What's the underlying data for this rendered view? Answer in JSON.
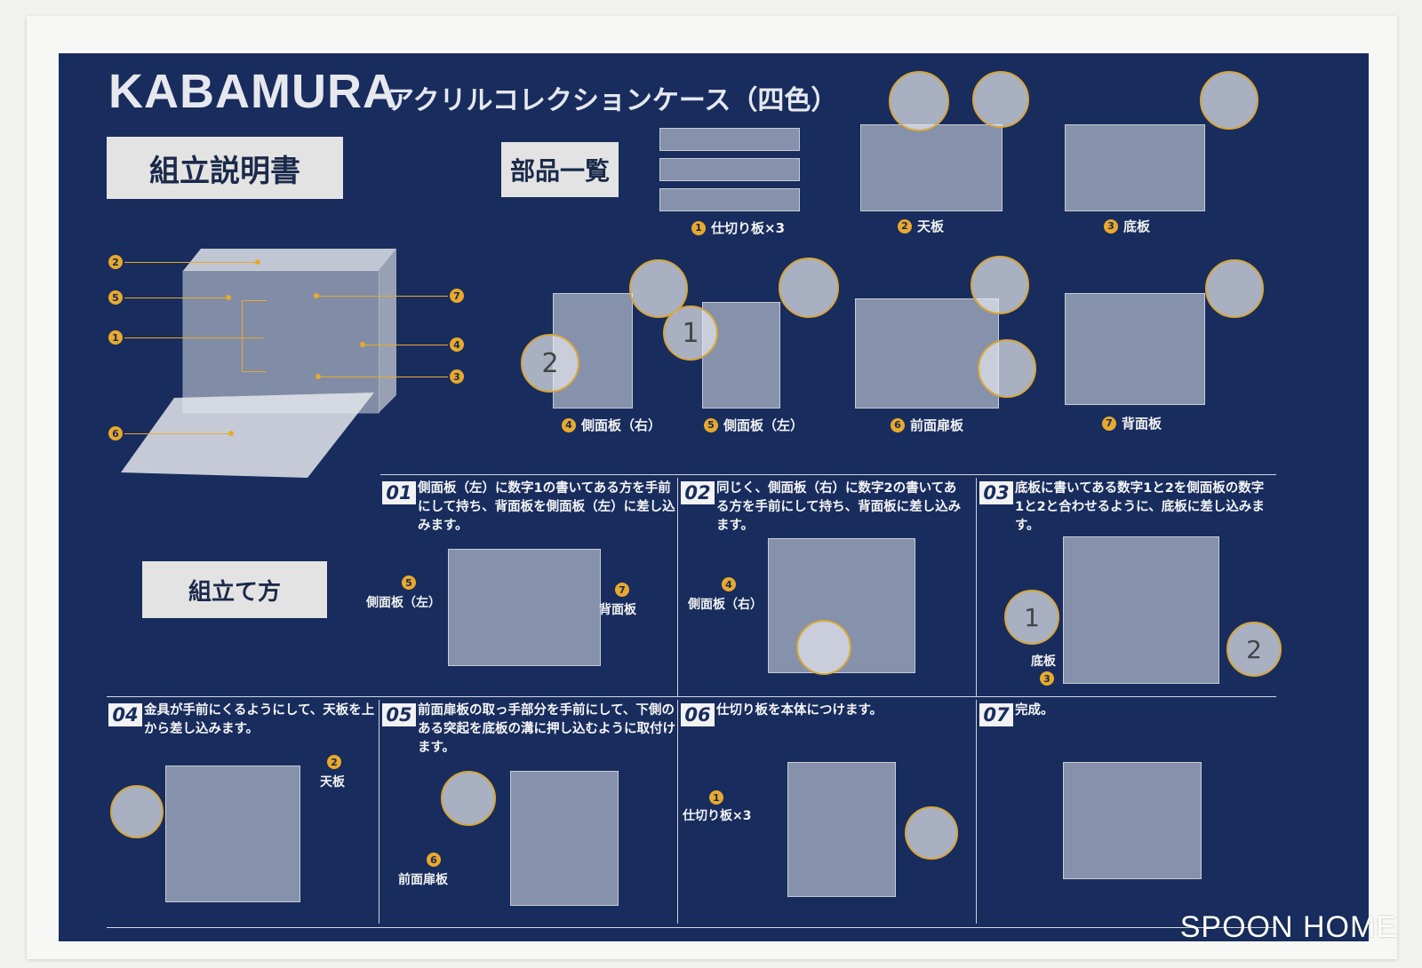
{
  "header": {
    "brand": "KABAMURA",
    "product_title": "アクリルコレクションケース（四色）"
  },
  "labels": {
    "manual": "組立説明書",
    "parts_list": "部品一覧",
    "how_to": "組立て方"
  },
  "parts": [
    {
      "num": "1",
      "name": "仕切り板×3"
    },
    {
      "num": "2",
      "name": "天板"
    },
    {
      "num": "3",
      "name": "底板"
    },
    {
      "num": "4",
      "name": "側面板（右）"
    },
    {
      "num": "5",
      "name": "側面板（左）"
    },
    {
      "num": "6",
      "name": "前面扉板"
    },
    {
      "num": "7",
      "name": "背面板"
    }
  ],
  "side_digits": {
    "right": "2",
    "left": "1"
  },
  "diagram_numbers": [
    "2",
    "5",
    "1",
    "6",
    "7",
    "4",
    "3"
  ],
  "steps": [
    {
      "num": "01",
      "text": "側面板（左）に数字1の書いてある方を手前にして持ち、背面板を側面板（左）に差し込みます。",
      "labels": {
        "n1": "5",
        "t1": "側面板（左）",
        "n2": "7",
        "t2": "背面板"
      }
    },
    {
      "num": "02",
      "text": "同じく、側面板（右）に数字2の書いてある方を手前にして持ち、背面板に差し込みます。",
      "labels": {
        "n1": "4",
        "t1": "側面板（右）"
      }
    },
    {
      "num": "03",
      "text": "底板に書いてある数字1と2を側面板の数字1と2と合わせるように、底板に差し込みます。",
      "labels": {
        "t1": "底板",
        "n1": "3",
        "d1": "1",
        "d2": "2"
      }
    },
    {
      "num": "04",
      "text": "金具が手前にくるようにして、天板を上から差し込みます。",
      "labels": {
        "n1": "2",
        "t1": "天板"
      }
    },
    {
      "num": "05",
      "text": "前面扉板の取っ手部分を手前にして、下側のある突起を底板の溝に押し込むように取付けます。",
      "labels": {
        "n1": "6",
        "t1": "前面扉板"
      }
    },
    {
      "num": "06",
      "text": "仕切り板を本体につけます。",
      "labels": {
        "n1": "1",
        "t1": "仕切り板×3"
      }
    },
    {
      "num": "07",
      "text": "完成。"
    }
  ],
  "watermark": "SPOON HOME",
  "colors": {
    "background": "#182d5d",
    "accent": "#e9a92c",
    "label_box": "#e3e3e3"
  }
}
